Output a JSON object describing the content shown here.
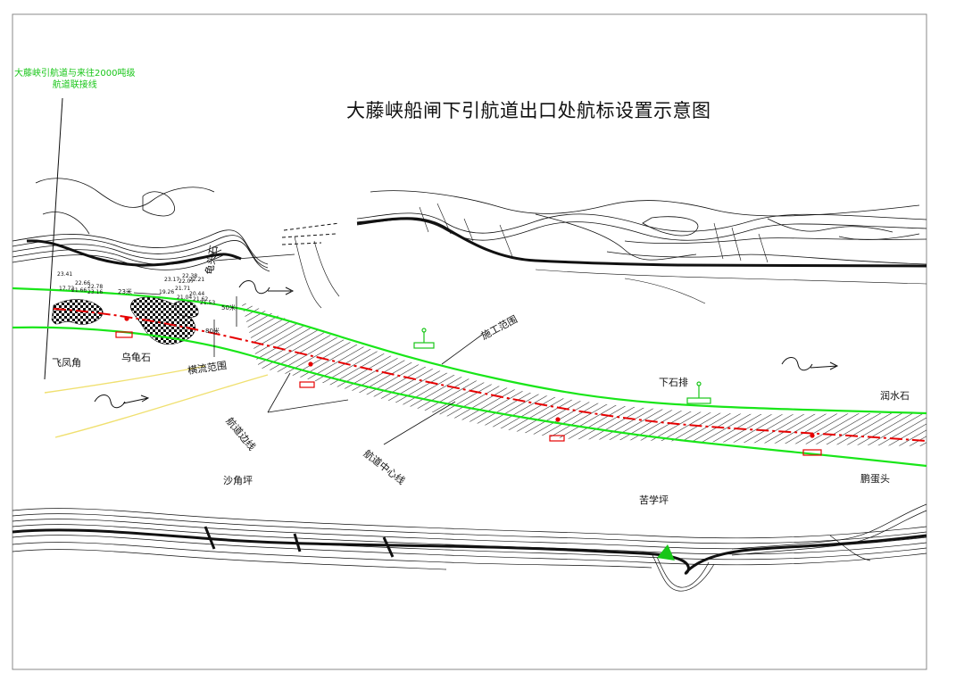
{
  "title": "大藤峡船闸下引航道出口处航标设置示意图",
  "connection_note": [
    "大藤峡引航道与来往2000吨级",
    "航道联接线"
  ],
  "labels": {
    "feifengjiao": "飞凤角",
    "wuguishi": "乌龟石",
    "hengliu": "横流范围",
    "guitoushi": "龟头石",
    "shigong": "施工范围",
    "xiashipai": "下石排",
    "runshuishi": "润水石",
    "hangdaobianxian": "航道边线",
    "hangdaozhongxin": "航道中心线",
    "shajiaoping": "沙角坪",
    "kuxueping": "苦学坪",
    "pengdantou": "鹏蛋头"
  },
  "dimensions": {
    "d23": "23米",
    "d50": "50米",
    "d80": "80米"
  },
  "soundings": [
    "23.41",
    "22.66",
    "21.66",
    "17.72",
    "22.78",
    "23.16",
    "23.17",
    "22.38",
    "22.21",
    "22.07",
    "21.71",
    "19.26",
    "20.44",
    "21.04",
    "21.62",
    "21.53"
  ],
  "colors": {
    "channel_edge": "#19e619",
    "centerline": "#e60000",
    "buoy": "#19c619",
    "hatch": "#222222",
    "yellow_line": "#f0e070",
    "contour": "#111111"
  },
  "icons": [
    "flow-arrow-icon",
    "buoy-icon",
    "beacon-icon"
  ]
}
